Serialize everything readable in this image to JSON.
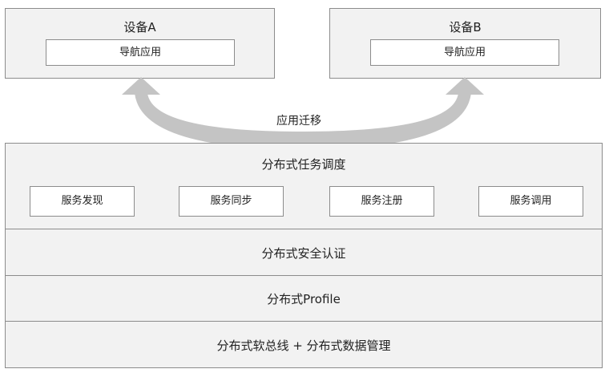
{
  "devices": {
    "a": {
      "title": "设备A",
      "app": "导航应用"
    },
    "b": {
      "title": "设备B",
      "app": "导航应用"
    }
  },
  "migration": {
    "label": "应用迁移"
  },
  "scheduler": {
    "title": "分布式任务调度",
    "services": [
      "服务发现",
      "服务同步",
      "服务注册",
      "服务调用"
    ]
  },
  "layers": {
    "security": "分布式安全认证",
    "profile": "分布式Profile",
    "bus": "分布式软总线 + 分布式数据管理"
  },
  "colors": {
    "panel": "#f2f2f2",
    "border": "#8c8c8c",
    "arrow": "#c4c4c4"
  }
}
